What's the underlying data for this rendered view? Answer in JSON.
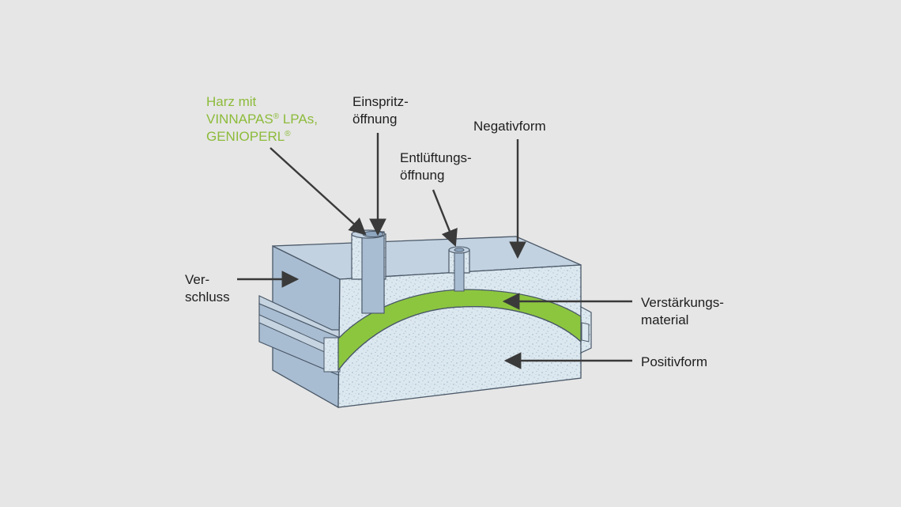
{
  "labels": {
    "resin": {
      "line1": "Harz mit",
      "line2_name": "VINNAPAS",
      "line2_rest": " LPAs,",
      "line3_name": "GENIOPERL",
      "reg": "®"
    },
    "injection": {
      "line1": "Einspritz-",
      "line2": "öffnung"
    },
    "vent": {
      "line1": "Entlüftungs-",
      "line2": "öffnung"
    },
    "negative_mold": "Negativform",
    "closure": {
      "line1": "Ver-",
      "line2": "schluss"
    },
    "reinforcement": {
      "line1": "Verstärkungs-",
      "line2": "material"
    },
    "positive_mold": "Positivform"
  },
  "colors": {
    "background": "#e6e6e6",
    "resin_green": "#8dbb3a",
    "fiber_green": "#8cc63f",
    "mold_face": "#dce8ef",
    "mold_blue": "#a9bdd2",
    "mold_blue_dark": "#8ea6bf",
    "outline": "#4a5868",
    "arrow": "#3a3a3a"
  }
}
